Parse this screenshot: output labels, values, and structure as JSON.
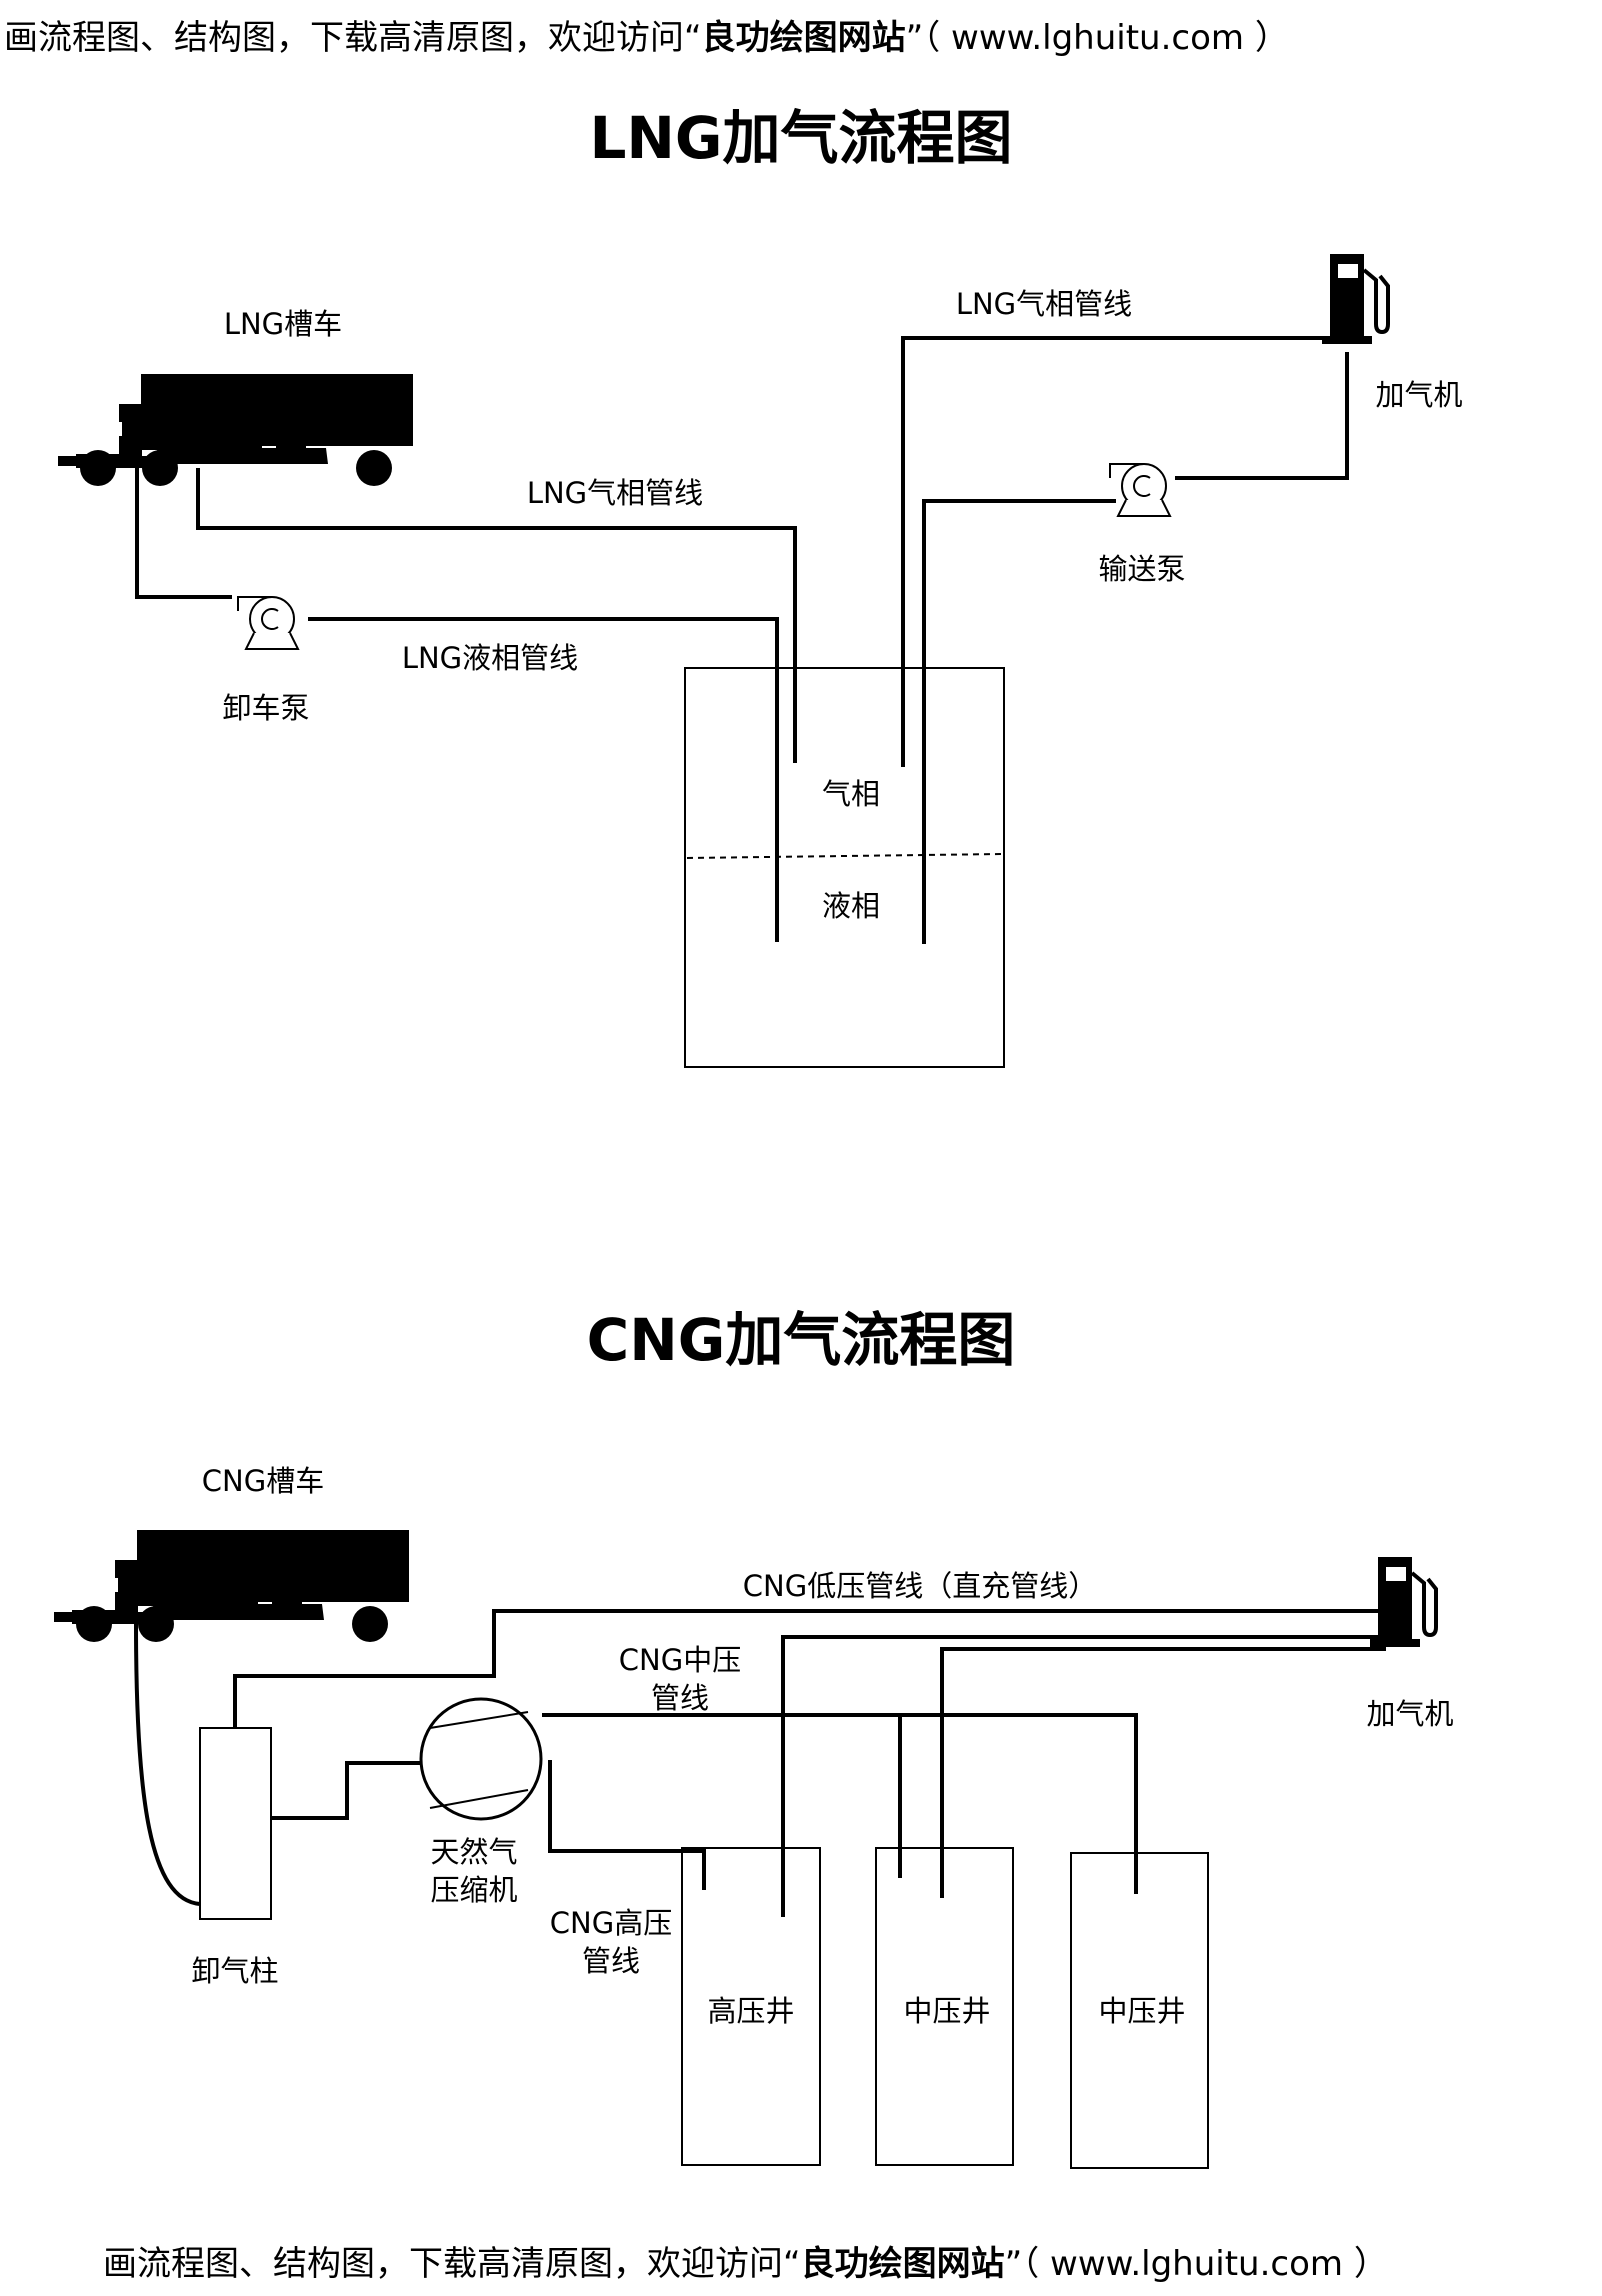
{
  "banner": {
    "prefix": "画流程图、结构图，下载高清原图，欢迎访问“",
    "site_name": "良功绘图网站",
    "suffix": "”（ www.lghuitu.com ）"
  },
  "lng": {
    "title": "LNG加气流程图",
    "tanker": "LNG槽车",
    "gas_line_upper": "LNG气相管线",
    "gas_line_lower": "LNG气相管线",
    "liquid_line": "LNG液相管线",
    "unload_pump": "卸车泵",
    "transfer_pump": "输送泵",
    "dispenser": "加气机",
    "gas_phase": "气相",
    "liquid_phase": "液相"
  },
  "cng": {
    "title": "CNG加气流程图",
    "tanker": "CNG槽车",
    "low_pressure_line": "CNG低压管线（直充管线）",
    "mid_pressure_line": [
      "CNG中压",
      "管线"
    ],
    "high_pressure_line": [
      "CNG高压",
      "管线"
    ],
    "compressor": [
      "天然气",
      "压缩机"
    ],
    "unload_post": "卸气柱",
    "dispenser": "加气机",
    "wells": [
      "高压井",
      "中压井",
      "中压井"
    ]
  },
  "icons": [
    "truck-icon",
    "pump-icon",
    "fuel-dispenser-icon",
    "compressor-icon"
  ]
}
